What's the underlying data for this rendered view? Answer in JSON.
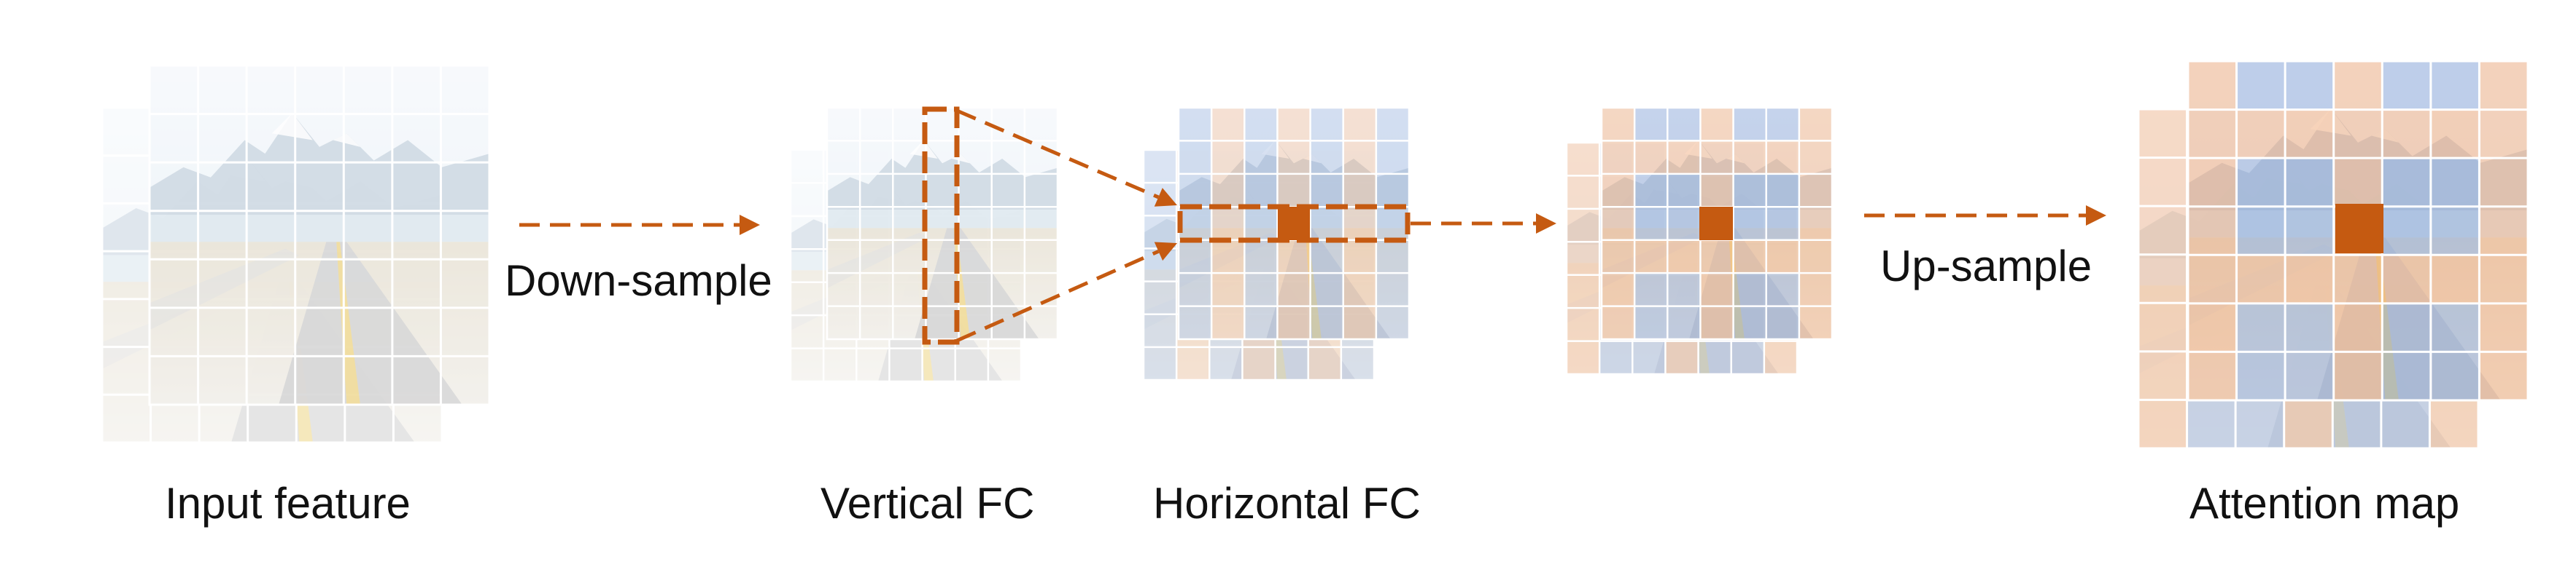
{
  "labels": {
    "input_feature": "Input feature",
    "down_sample": "Down-sample",
    "vertical_fc": "Vertical FC",
    "horizontal_fc": "Horizontal FC",
    "up_sample": "Up-sample",
    "attention_map": "Attention map"
  },
  "colors": {
    "accent": "#c55a11",
    "grid_line": "#ffffff",
    "attention_blue": "#8eaadb",
    "attention_orange": "#f4b183",
    "sky": "#dfe9f2",
    "mountain": "#9fb3c8",
    "ground": "#d8d2c2",
    "road": "#b3b3b3",
    "road_marking": "#e8c24a"
  },
  "icons": {
    "input_feature": "feature-map-stack-icon",
    "vertical_fc": "vertical-fc-stack-icon",
    "horizontal_fc": "horizontal-fc-stack-icon",
    "intermediate": "mixed-feature-stack-icon",
    "attention_map": "attention-map-stack-icon"
  }
}
